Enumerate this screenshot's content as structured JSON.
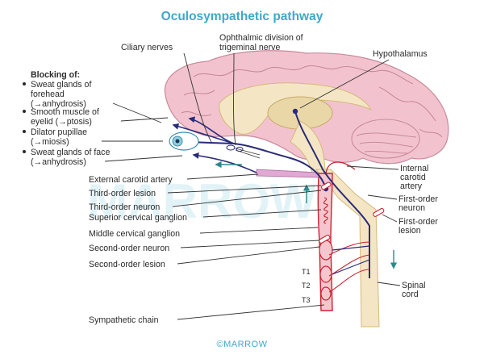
{
  "title": "Oculosympathetic pathway",
  "blocking": {
    "heading": "Blocking of:",
    "items": [
      {
        "line1": "Sweat glands of",
        "line2": "forehead",
        "line3": "(→anhydrosis)"
      },
      {
        "line1": "Smooth muscle of",
        "line2": "eyelid (→ptosis)"
      },
      {
        "line1": "Dilator pupillae",
        "line2": "(→miosis)"
      },
      {
        "line1": "Sweat glands of face",
        "line2": "(→anhydrosis)"
      }
    ]
  },
  "labels": {
    "ciliary_nerves": "Ciliary nerves",
    "ophthalmic_1": "Ophthalmic division of",
    "ophthalmic_2": "trigeminal nerve",
    "hypothalamus": "Hypothalamus",
    "external_carotid": "External carotid artery",
    "third_order_lesion": "Third-order lesion",
    "third_order_neuron": "Third-order neuron",
    "superior_cervical": "Superior cervical ganglion",
    "middle_cervical": "Middle cervical ganglion",
    "second_order_neuron": "Second-order neuron",
    "second_order_lesion": "Second-order lesion",
    "sympathetic_chain": "Sympathetic chain",
    "internal_carotid_1": "Internal",
    "internal_carotid_2": "carotid",
    "internal_carotid_3": "artery",
    "first_order_neuron_1": "First-order",
    "first_order_neuron_2": "neuron",
    "first_order_lesion_1": "First-order",
    "first_order_lesion_2": "lesion",
    "spinal_cord_1": "Spinal",
    "spinal_cord_2": "cord"
  },
  "segments": {
    "t1": "T1",
    "t2": "T2",
    "t3": "T3"
  },
  "watermark": {
    "big": "MARROW",
    "copyright": "©MARROW"
  },
  "colors": {
    "title": "#3fa8c8",
    "brain": "#f2c3cf",
    "brain_folds": "#c98a9a",
    "white_matter": "#f4e6c4",
    "neuron": "#2a2b7a",
    "artery": "#cc2233",
    "artery_fill": "#f5c6cd",
    "arrow_teal": "#2a8a8a"
  }
}
